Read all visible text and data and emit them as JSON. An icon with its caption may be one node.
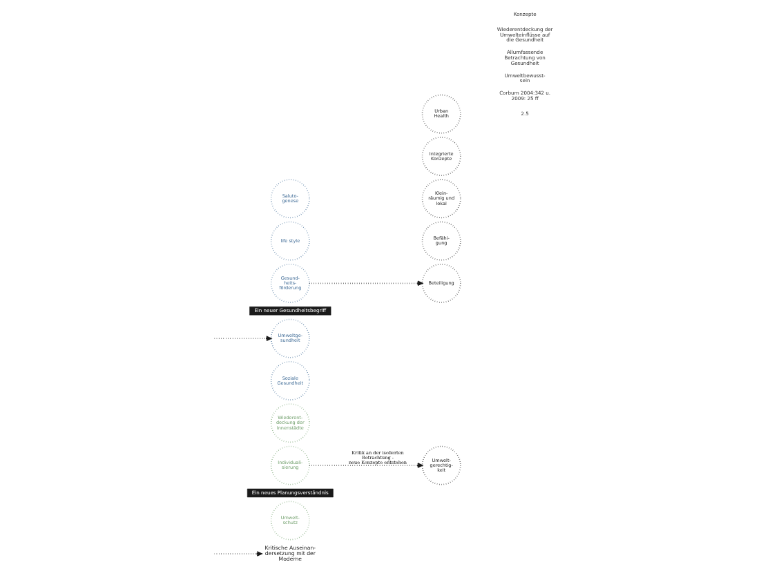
{
  "diagram": {
    "nodes": [
      {
        "text": [
          "Kritische Auseinan- dersetzung mit der Moderne"
        ]
      },
      {
        "text": [
          "Umwelt- schutz"
        ]
      },
      {
        "text": [
          "Ein neues Planungsverständnis"
        ]
      },
      {
        "text": [
          "Individuali- sierung"
        ]
      },
      {
        "text": [
          "Wiederent- deckung der Innenstädte"
        ]
      },
      {
        "text": [
          "Soziale Gesundheit"
        ]
      },
      {
        "text": [
          "Umweltge- sundheit"
        ]
      },
      {
        "text": [
          "Ein neuer Gesundheitsbegriff"
        ]
      },
      {
        "text": [
          "Gesund- heits- förderung"
        ]
      },
      {
        "text": [
          "life style"
        ]
      },
      {
        "text": [
          "Saluto- genese"
        ]
      },
      {
        "text": [
          "Umwelt- gerechtig- keit"
        ]
      },
      {
        "text": [
          "Befähi- gung"
        ]
      },
      {
        "text": [
          "Klein- räumig und lokal"
        ]
      },
      {
        "text": [
          "Beteiligung"
        ]
      },
      {
        "text": [
          "Integrierte Konzepte"
        ]
      },
      {
        "text": [
          "Urban Health"
        ]
      }
    ],
    "edges": [
      {
        "from": null,
        "to": 0,
        "arrow": "to"
      },
      {
        "from": null,
        "to": 6,
        "arrow": "to"
      },
      {
        "from": 3,
        "to": 11,
        "arrow": "to",
        "label": "Kritik an der isolierten Betrachtung - neue Konzepte entstehen"
      },
      {
        "from": 8,
        "to": 14,
        "arrow": "to"
      }
    ],
    "labels": [
      "2.5",
      "Corburn 2004:342 u. 2009: 25 ff",
      "Umweltbewusst- sein",
      "Allumfassende Betrachtung von Gesundheit",
      "Wiederentdeckung der Umwelteinflüsse auf die Gesundheit",
      "Konzepte"
    ]
  }
}
